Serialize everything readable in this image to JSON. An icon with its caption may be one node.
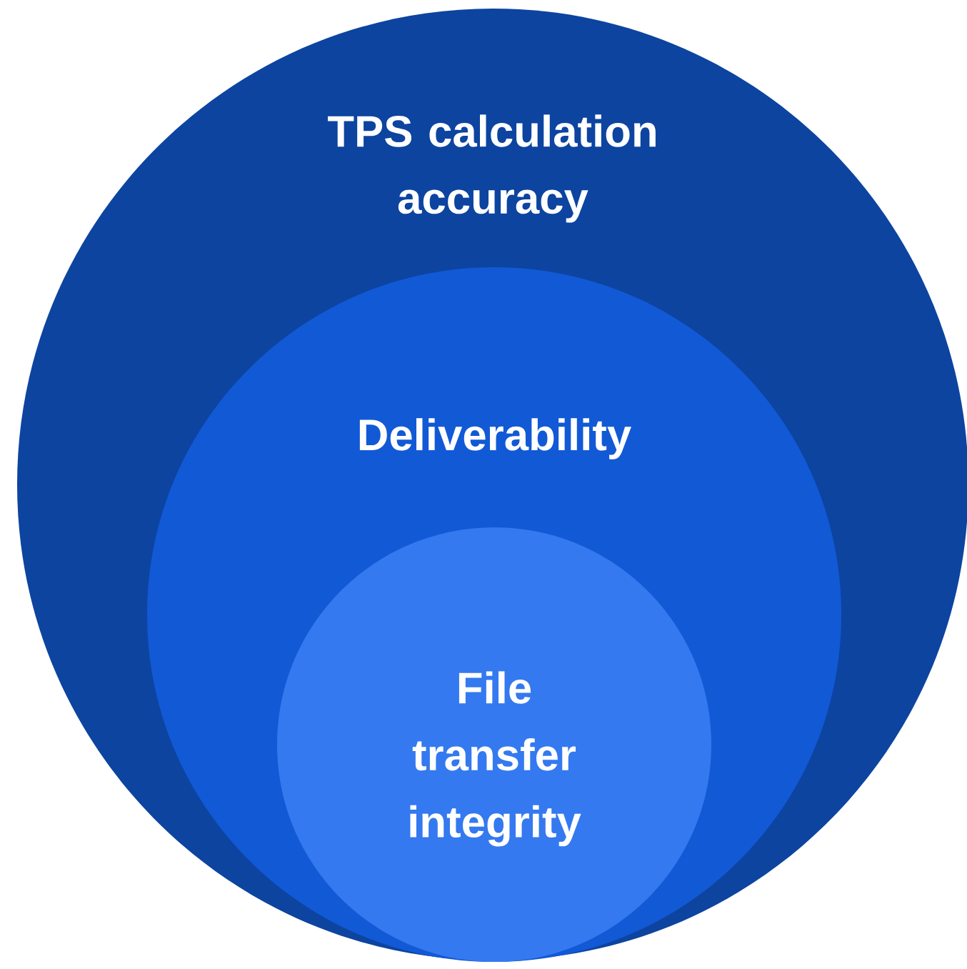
{
  "diagram": {
    "nodes": [
      {
        "text": [
          "TPS calculation accuracy"
        ]
      },
      {
        "text": [
          "Deliverability"
        ],
        "in": 0
      },
      {
        "text": [
          "File transfer integrity"
        ],
        "in": 1
      }
    ]
  }
}
